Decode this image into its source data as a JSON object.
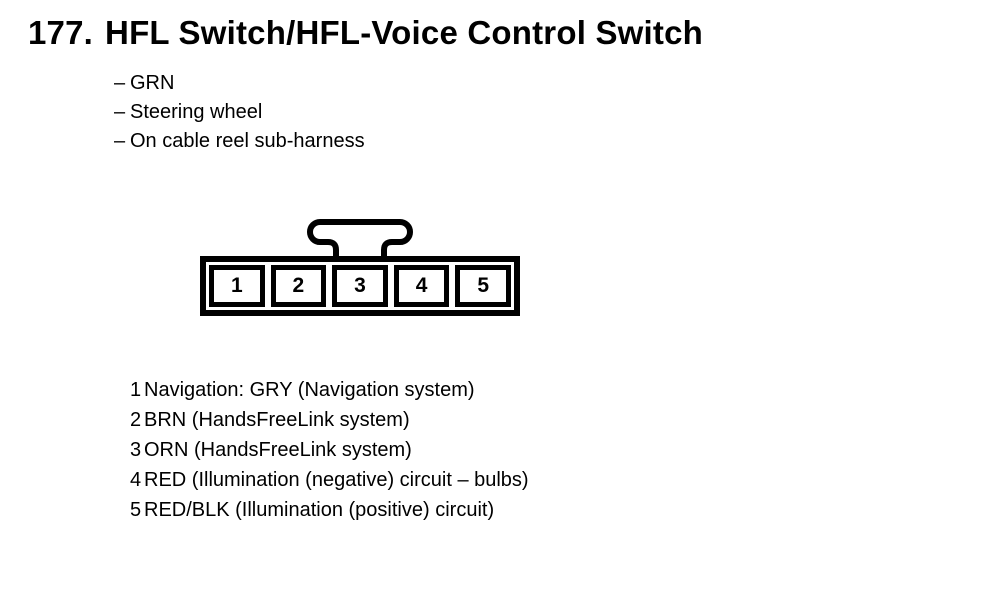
{
  "page": {
    "title_number": "177.",
    "title": "HFL Switch/HFL-Voice Control Switch"
  },
  "notes": {
    "bullet": "–",
    "items": [
      "GRN",
      "Steering wheel",
      "On cable reel sub-harness"
    ]
  },
  "connector": {
    "pins": [
      "1",
      "2",
      "3",
      "4",
      "5"
    ]
  },
  "pinout": {
    "rows": [
      {
        "pin": "1",
        "desc": "Navigation: GRY (Navigation system)"
      },
      {
        "pin": "2",
        "desc": "BRN (HandsFreeLink system)"
      },
      {
        "pin": "3",
        "desc": "ORN (HandsFreeLink system)"
      },
      {
        "pin": "4",
        "desc": "RED (Illumination (negative) circuit – bulbs)"
      },
      {
        "pin": "5",
        "desc": "RED/BLK (Illumination (positive) circuit)"
      }
    ]
  },
  "colors": {
    "ink": "#000000",
    "paper": "#ffffff"
  }
}
